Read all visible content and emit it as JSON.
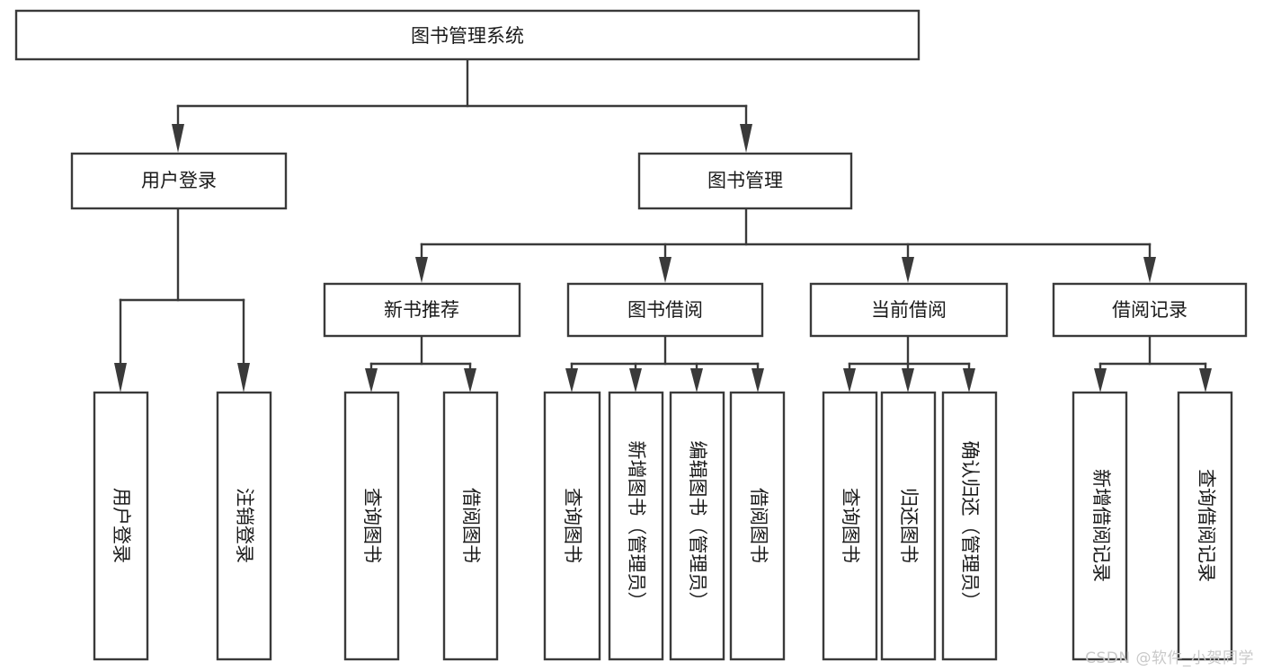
{
  "diagram": {
    "title": "图书管理系统",
    "type": "hierarchy-tree",
    "watermark": "CSDN @软件_小贺同学",
    "colors": {
      "stroke": "#3a3a3a",
      "fill": "#ffffff",
      "text": "#1a1a1a",
      "watermark": "#c9c9c9"
    },
    "levels": {
      "root": {
        "label": "图书管理系统"
      },
      "level2": [
        {
          "label": "用户登录"
        },
        {
          "label": "图书管理"
        }
      ],
      "level3": [
        {
          "label": "新书推荐"
        },
        {
          "label": "图书借阅"
        },
        {
          "label": "当前借阅"
        },
        {
          "label": "借阅记录"
        }
      ]
    },
    "nodes": {
      "root": "图书管理系统",
      "user_login": "用户登录",
      "book_manage": "图书管理",
      "new_book_rec": "新书推荐",
      "book_borrow": "图书借阅",
      "current_borrow": "当前借阅",
      "borrow_record": "借阅记录",
      "leaf_user_login": "用户登录",
      "leaf_user_logout": "注销登录",
      "leaf_rec_query": "查询图书",
      "leaf_rec_borrow": "借阅图书",
      "leaf_borrow_query": "查询图书",
      "leaf_borrow_add": "新增图书（管理员）",
      "leaf_borrow_edit": "编辑图书（管理员）",
      "leaf_borrow_lend": "借阅图书",
      "leaf_cur_query": "查询图书",
      "leaf_cur_return": "归还图书",
      "leaf_cur_confirm": "确认归还（管理员）",
      "leaf_rec_add": "新增借阅记录",
      "leaf_rec_search": "查询借阅记录"
    }
  }
}
